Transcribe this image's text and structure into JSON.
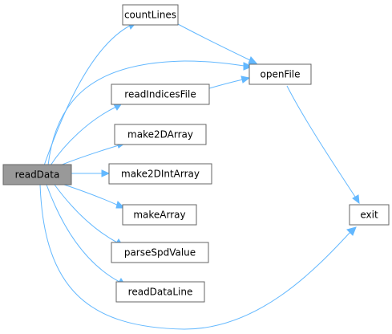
{
  "graph": {
    "nodes": {
      "readData": "readData",
      "countLines": "countLines",
      "readIndicesFile": "readIndicesFile",
      "openFile": "openFile",
      "make2DArray": "make2DArray",
      "make2DIntArray": "make2DIntArray",
      "makeArray": "makeArray",
      "parseSpdValue": "parseSpdValue",
      "readDataLine": "readDataLine",
      "exit": "exit"
    },
    "edges": [
      {
        "from": "readData",
        "to": "countLines"
      },
      {
        "from": "readData",
        "to": "openFile"
      },
      {
        "from": "readData",
        "to": "readIndicesFile"
      },
      {
        "from": "readData",
        "to": "make2DArray"
      },
      {
        "from": "readData",
        "to": "make2DIntArray"
      },
      {
        "from": "readData",
        "to": "makeArray"
      },
      {
        "from": "readData",
        "to": "parseSpdValue"
      },
      {
        "from": "readData",
        "to": "readDataLine"
      },
      {
        "from": "readData",
        "to": "exit"
      },
      {
        "from": "countLines",
        "to": "openFile"
      },
      {
        "from": "readIndicesFile",
        "to": "openFile"
      },
      {
        "from": "openFile",
        "to": "exit"
      }
    ],
    "colors": {
      "edge": "#63b8ff",
      "node_border": "#666666",
      "root_fill": "#999999"
    }
  }
}
